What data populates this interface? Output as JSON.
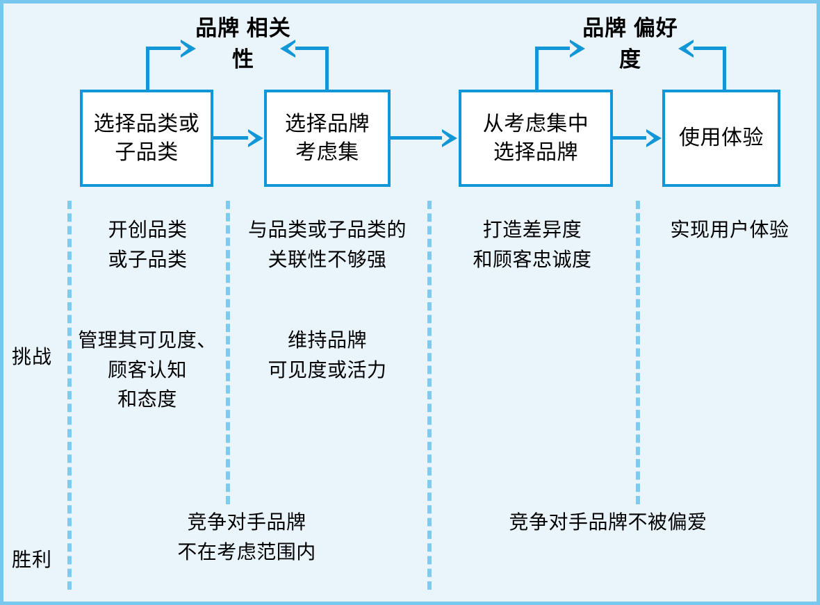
{
  "diagram": {
    "title_relevance": "品牌\n相关性",
    "title_preference": "品牌\n偏好度",
    "row_labels": {
      "challenge": "挑战",
      "victory": "胜利"
    },
    "stages": [
      {
        "id": "stage-1",
        "label": "选择品类或\n子品类"
      },
      {
        "id": "stage-2",
        "label": "选择品牌\n考虑集"
      },
      {
        "id": "stage-3",
        "label": "从考虑集中\n选择品牌"
      },
      {
        "id": "stage-4",
        "label": "使用体验"
      }
    ],
    "challenges": {
      "col1_top": "开创品类\n或子品类",
      "col2_top": "与品类或子品类的\n关联性不够强",
      "col3_top": "打造差异度\n和顾客忠诚度",
      "col4_top": "实现用户体验",
      "col1_bottom": "管理其可见度、\n顾客认知\n和态度",
      "col2_bottom": "维持品牌\n可见度或活力"
    },
    "victories": {
      "left": "竞争对手品牌\n不在考虑范围内",
      "right": "竞争对手品牌不被偏爱"
    },
    "colors": {
      "panel_background": "#e9f4fb",
      "panel_border": "#77c7ee",
      "box_border": "#1197d8",
      "box_fill": "#ffffff",
      "arrow": "#1197d8",
      "divider": "#7fcbef",
      "text": "#000000"
    }
  }
}
